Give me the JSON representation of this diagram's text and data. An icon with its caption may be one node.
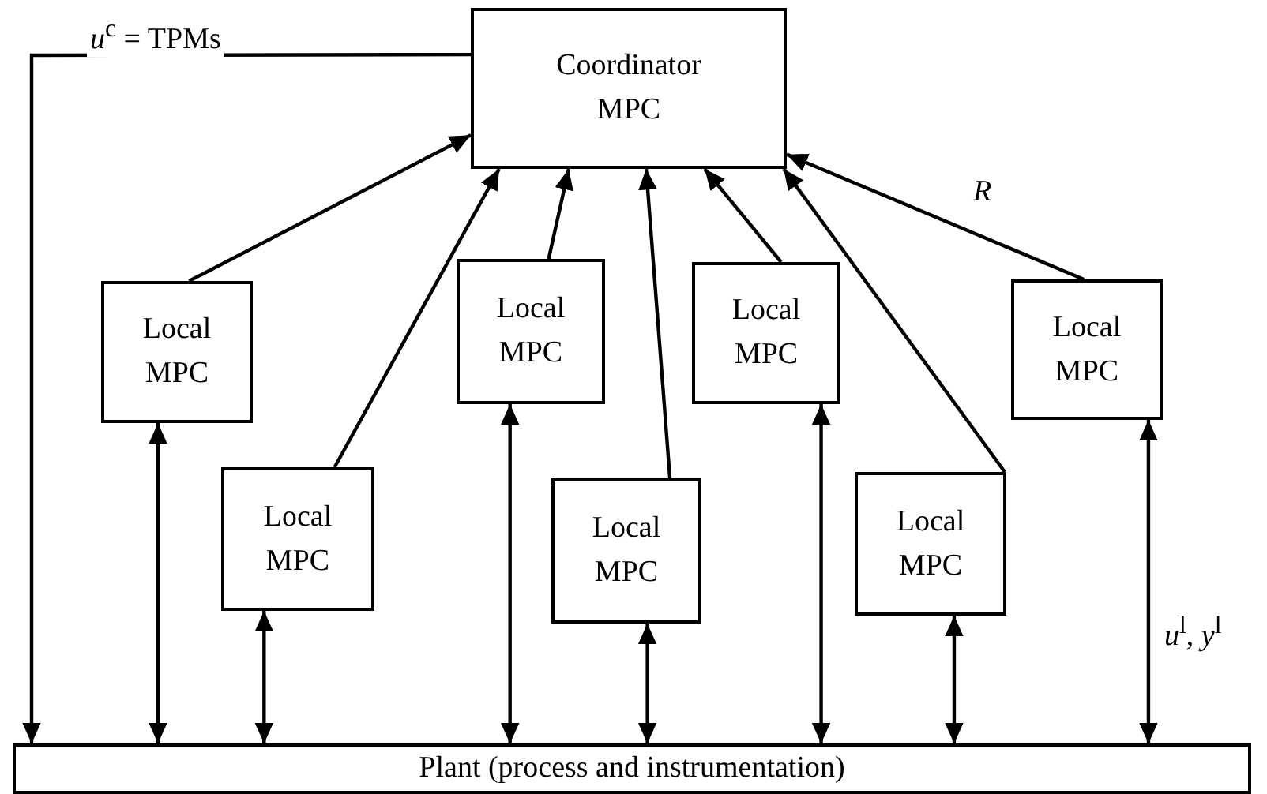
{
  "diagram": {
    "nodes": [
      {
        "text": [
          "Coordinator MPC"
        ]
      },
      {
        "text": [
          "Local MPC"
        ]
      },
      {
        "text": [
          "Local MPC"
        ]
      },
      {
        "text": [
          "Local MPC"
        ]
      },
      {
        "text": [
          "Local MPC"
        ]
      },
      {
        "text": [
          "Local MPC"
        ]
      },
      {
        "text": [
          "Local MPC"
        ]
      },
      {
        "text": [
          "Local MPC"
        ]
      },
      {
        "text": [
          "Plant (process and instrumentation)"
        ]
      }
    ],
    "edges": [
      {
        "from": 0,
        "to": 8,
        "arrow": "to",
        "label": "*u*$^{c}$ = TPMs"
      },
      {
        "from": 1,
        "to": 0,
        "arrow": "to"
      },
      {
        "from": 2,
        "to": 0,
        "arrow": "to"
      },
      {
        "from": 3,
        "to": 0,
        "arrow": "to"
      },
      {
        "from": 4,
        "to": 0,
        "arrow": "to"
      },
      {
        "from": 5,
        "to": 0,
        "arrow": "to"
      },
      {
        "from": 6,
        "to": 0,
        "arrow": "to"
      },
      {
        "from": 7,
        "to": 0,
        "arrow": "to",
        "label": "R"
      },
      {
        "from": 1,
        "to": 8,
        "arrow": "both"
      },
      {
        "from": 2,
        "to": 8,
        "arrow": "both"
      },
      {
        "from": 3,
        "to": 8,
        "arrow": "both"
      },
      {
        "from": 4,
        "to": 8,
        "arrow": "both"
      },
      {
        "from": 5,
        "to": 8,
        "arrow": "both"
      },
      {
        "from": 6,
        "to": 8,
        "arrow": "both"
      },
      {
        "from": 7,
        "to": 8,
        "arrow": "both",
        "label": "*u*$^{l}$, *y*$^{l}$"
      }
    ]
  }
}
